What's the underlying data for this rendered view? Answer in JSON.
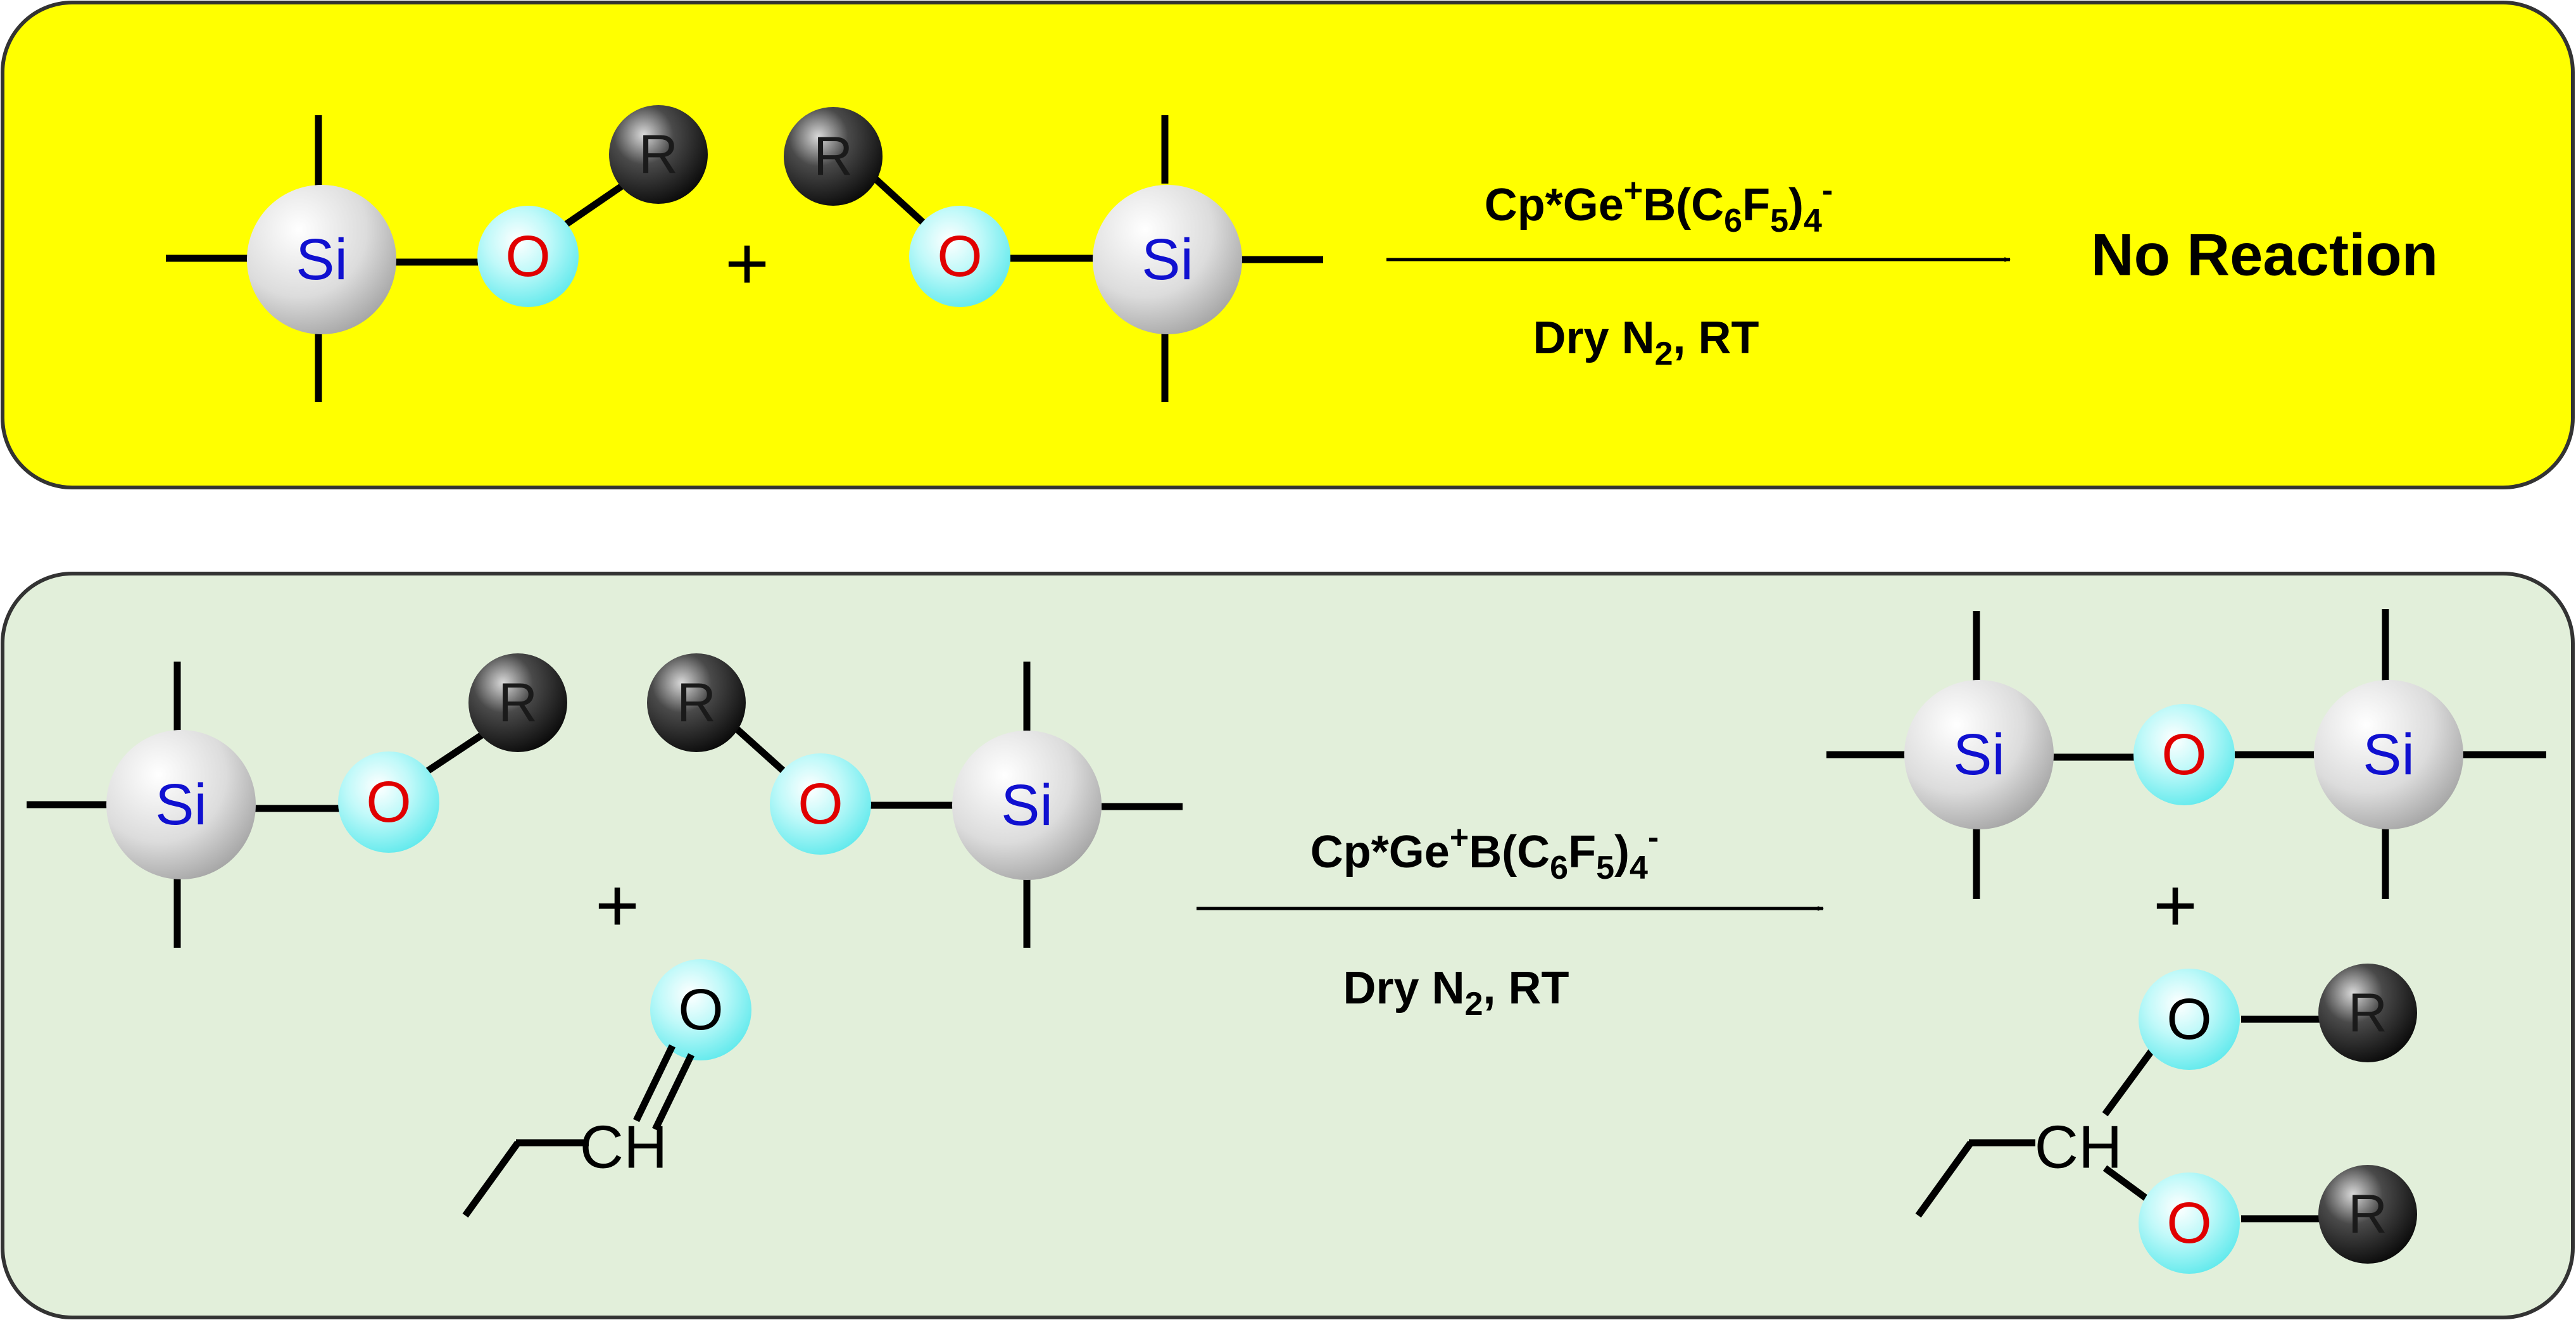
{
  "atoms": {
    "si": "Si",
    "o": "O",
    "r": "R",
    "ch": "CH"
  },
  "symbols": {
    "plus": "+"
  },
  "reagent": {
    "main": "Cp*Ge",
    "sup_plus": "+",
    "b_part": "B(C",
    "sub6": "6",
    "f": "F",
    "sub5": "5",
    "close": ")",
    "sub4": "4",
    "sup_minus": "-"
  },
  "conditions": {
    "dry": "Dry N",
    "sub2": "2",
    "rt": ", RT"
  },
  "panel_top": {
    "result": "No Reaction"
  },
  "colors": {
    "top_panel_bg": "#ffff00",
    "bottom_panel_bg": "#e2efda",
    "si_text": "#1010d0",
    "o_text": "#e00000",
    "o_ball": "#6ff2f2",
    "si_ball": "#d8d8d8",
    "r_ball": "#303030"
  }
}
